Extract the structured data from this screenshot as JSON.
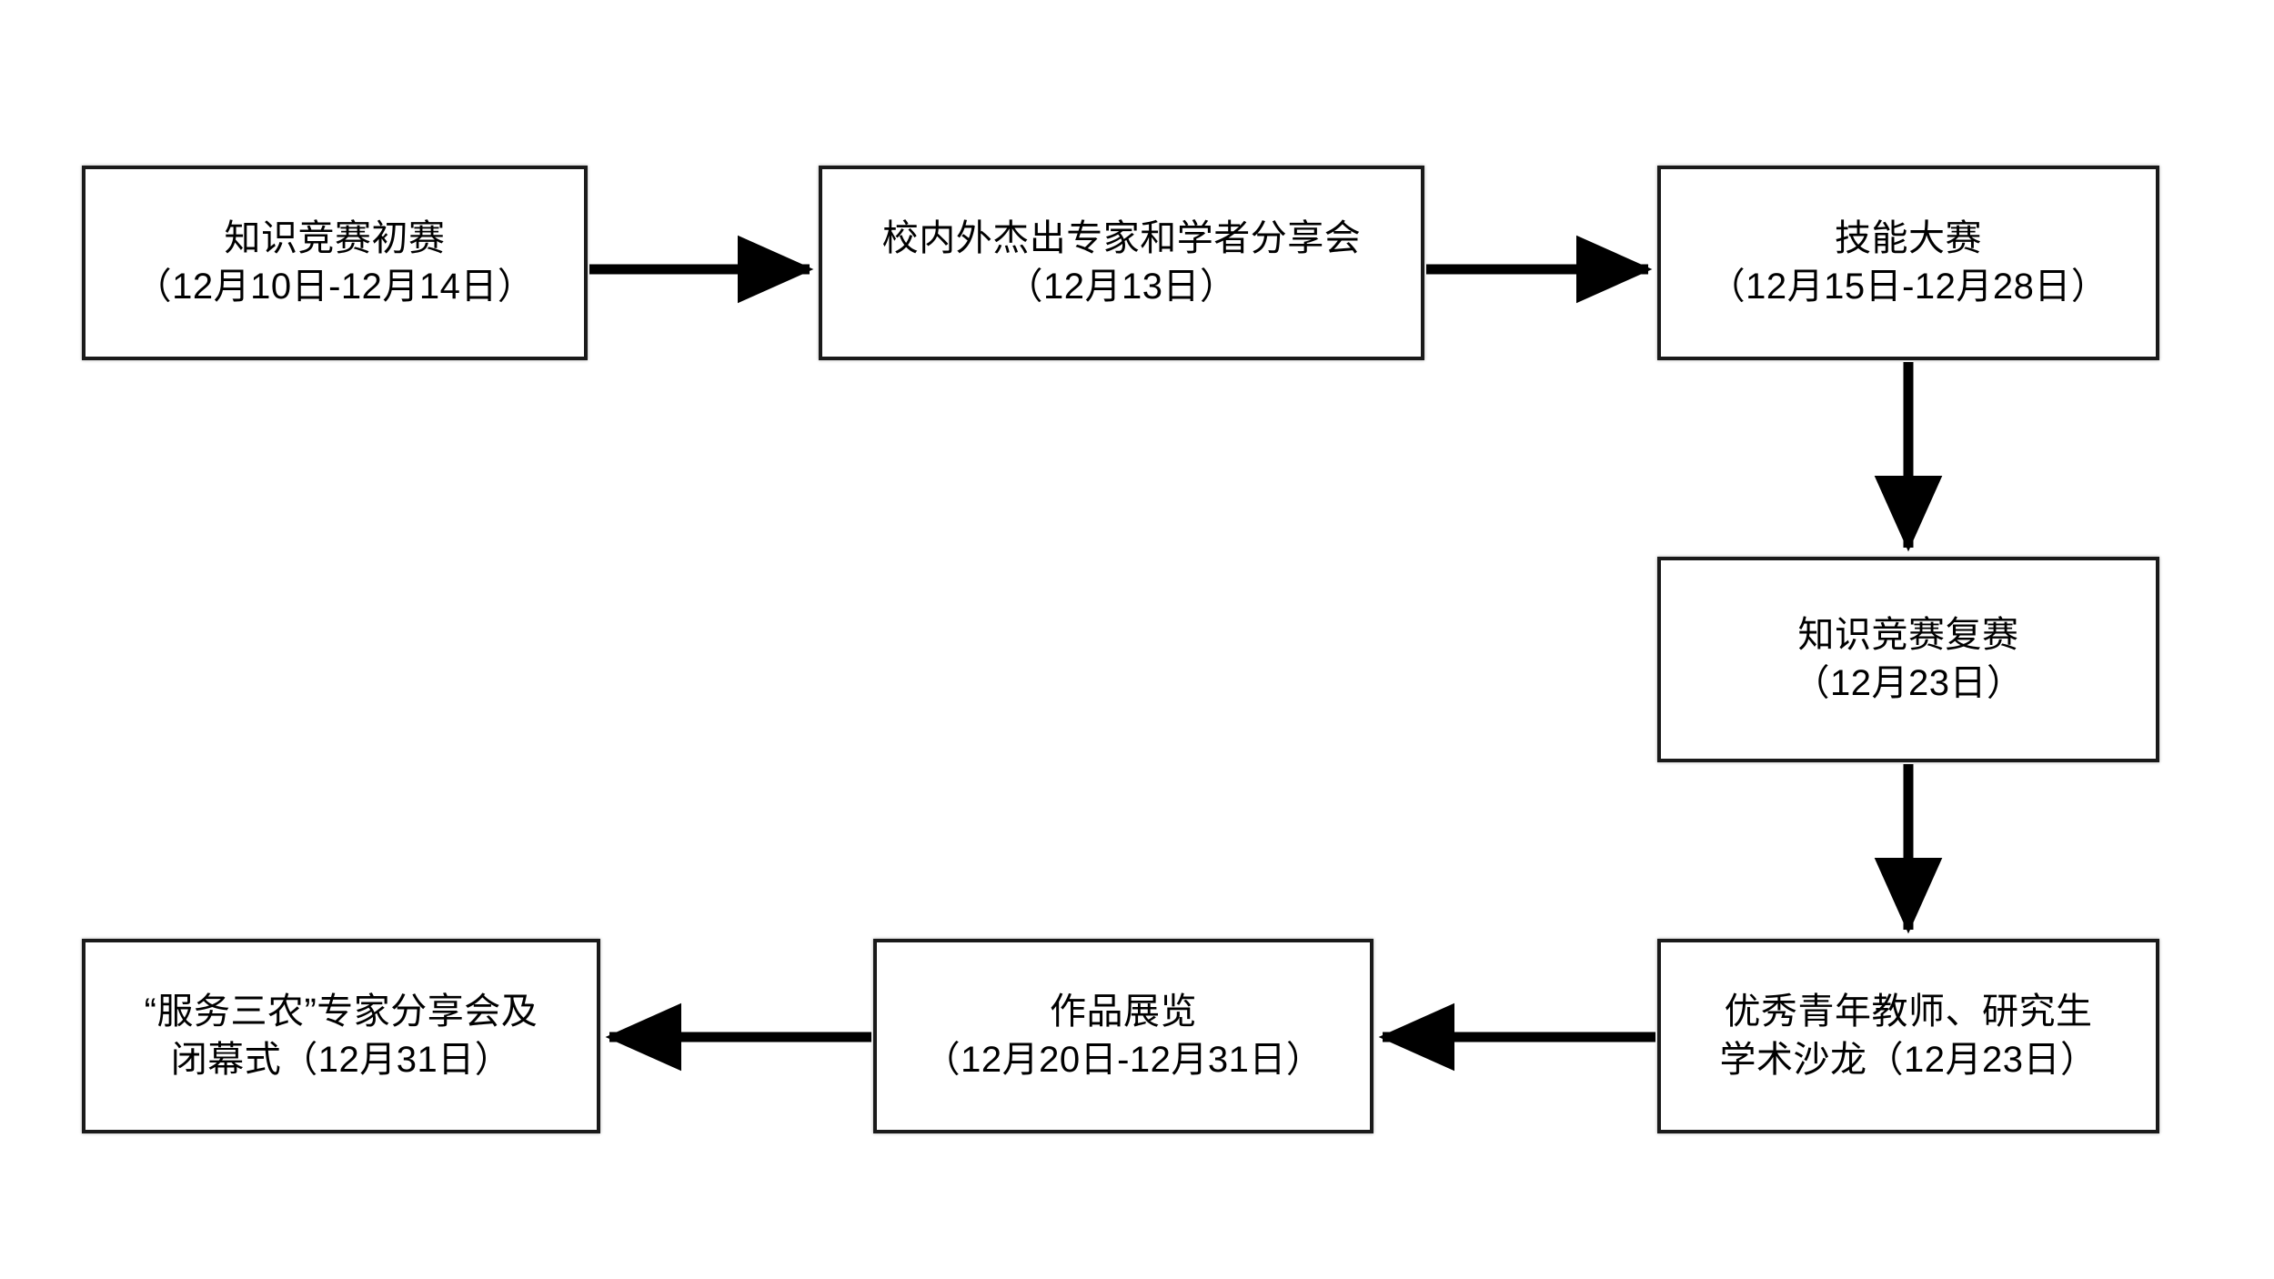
{
  "diagram": {
    "type": "flowchart",
    "orientation": "serpentine",
    "background_color": "#ffffff",
    "node_border_color": "#1a1a1a",
    "node_fill_color": "#ffffff",
    "connector_color": "#000000",
    "nodes": [
      {
        "id": "node-1",
        "title": "知识竞赛初赛",
        "date": "（12月10日-12月14日）",
        "text": "知识竞赛初赛\n（12月10日-12月14日）"
      },
      {
        "id": "node-2",
        "title": "校内外杰出专家和学者分享会",
        "date": "（12月13日）",
        "text": "校内外杰出专家和学者分享会\n（12月13日）"
      },
      {
        "id": "node-3",
        "title": "技能大赛",
        "date": "（12月15日-12月28日）",
        "text": "技能大赛\n（12月15日-12月28日）"
      },
      {
        "id": "node-4",
        "title": "知识竞赛复赛",
        "date": "（12月23日）",
        "text": "知识竞赛复赛\n（12月23日）"
      },
      {
        "id": "node-5",
        "title": "优秀青年教师、研究生学术沙龙",
        "date": "（12月23日）",
        "text": "优秀青年教师、研究生\n学术沙龙（12月23日）"
      },
      {
        "id": "node-6",
        "title": "作品展览",
        "date": "（12月20日-12月31日）",
        "text": "作品展览\n（12月20日-12月31日）"
      },
      {
        "id": "node-7",
        "title": "“服务三农”专家分享会及闭幕式",
        "date": "（12月31日）",
        "text": "“服务三农”专家分享会及\n闭幕式（12月31日）"
      }
    ],
    "connectors": [
      {
        "id": "arrow-1-2",
        "from": "node-1",
        "to": "node-2",
        "direction": "right"
      },
      {
        "id": "arrow-2-3",
        "from": "node-2",
        "to": "node-3",
        "direction": "right"
      },
      {
        "id": "arrow-3-4",
        "from": "node-3",
        "to": "node-4",
        "direction": "down"
      },
      {
        "id": "arrow-4-5",
        "from": "node-4",
        "to": "node-5",
        "direction": "down"
      },
      {
        "id": "arrow-5-6",
        "from": "node-5",
        "to": "node-6",
        "direction": "left"
      },
      {
        "id": "arrow-6-7",
        "from": "node-6",
        "to": "node-7",
        "direction": "left"
      }
    ]
  }
}
